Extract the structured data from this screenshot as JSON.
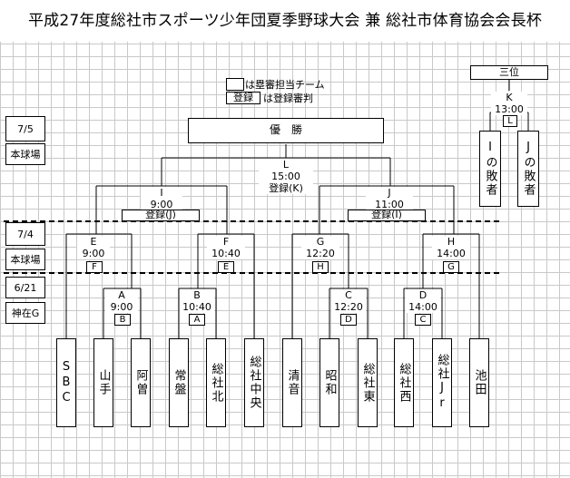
{
  "title": "平成27年度総社市スポーツ少年団夏季野球大会 兼 総社市体育協会会長杯",
  "legend": {
    "umpire_text": "は塁審担当チーム",
    "scorer_box": "登録",
    "scorer_text": "は登録審判"
  },
  "dates": {
    "d1": {
      "date": "7/5",
      "venue": "本球場"
    },
    "d2": {
      "date": "7/4",
      "venue": "本球場"
    },
    "d3": {
      "date": "6/21",
      "venue": "神在G"
    }
  },
  "final": {
    "label": "優　勝",
    "game": "L",
    "time": "15:00",
    "scorer": "登録(K)"
  },
  "third": {
    "label": "三位",
    "game": "K",
    "time": "13:00",
    "umpire": "L",
    "teams": [
      "Iの敗者",
      "Jの敗者"
    ]
  },
  "semis": [
    {
      "game": "I",
      "time": "9:00",
      "scorer": "登録(J)"
    },
    {
      "game": "J",
      "time": "11:00",
      "scorer": "登録(I)"
    }
  ],
  "quarters": [
    {
      "game": "E",
      "time": "9:00",
      "umpire": "F"
    },
    {
      "game": "F",
      "time": "10:40",
      "umpire": "E"
    },
    {
      "game": "G",
      "time": "12:20",
      "umpire": "H"
    },
    {
      "game": "H",
      "time": "14:00",
      "umpire": "G"
    }
  ],
  "firsts": [
    {
      "game": "A",
      "time": "9:00",
      "umpire": "B"
    },
    {
      "game": "B",
      "time": "10:40",
      "umpire": "A"
    },
    {
      "game": "C",
      "time": "12:20",
      "umpire": "D"
    },
    {
      "game": "D",
      "time": "14:00",
      "umpire": "C"
    }
  ],
  "teams": [
    "SBC",
    "山手",
    "阿曽",
    "常盤",
    "総社北",
    "総社中央",
    "清音",
    "昭和",
    "総社東",
    "総社西",
    "総社Jr",
    "池田"
  ]
}
